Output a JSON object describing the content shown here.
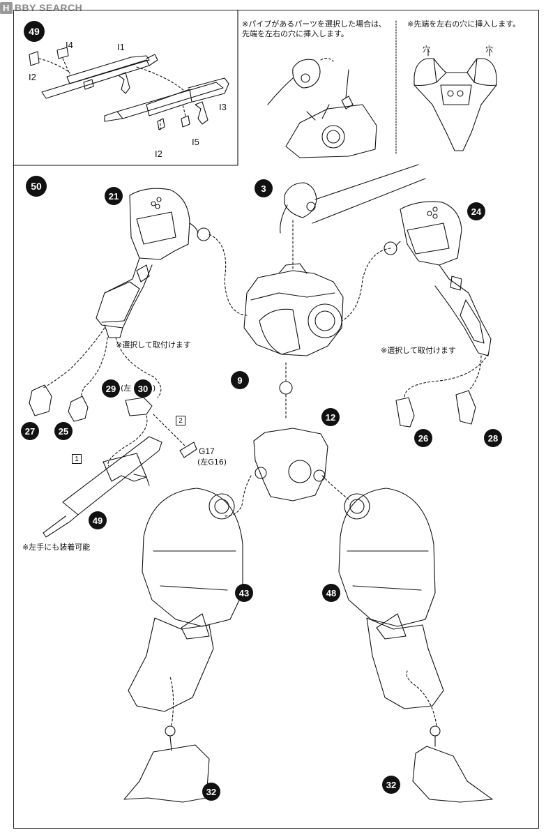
{
  "watermark": {
    "prefix": "H",
    "text": "BBY SEARCH"
  },
  "step49": {
    "badge": "49",
    "parts": {
      "i4": "I4",
      "i1": "I1",
      "i2_top": "I2",
      "i3": "I3",
      "i5": "I5",
      "i2_bottom": "I2"
    },
    "note_pipe": "※パイプがあるパーツを選択した場合は、\n先端を左右の穴に挿入します。",
    "note_insert": "※先端を左右の穴に挿入します。",
    "hole_left": "穴",
    "hole_right": "穴"
  },
  "step50": {
    "badge": "50",
    "parts": {
      "p21": "21",
      "p3": "3",
      "p24": "24",
      "p9": "9",
      "p12": "12",
      "p29": "29",
      "p30": "30",
      "p27": "27",
      "p25": "25",
      "p26": "26",
      "p28": "28",
      "p49": "49",
      "p43": "43",
      "p48": "48",
      "p32_left": "32",
      "p32_right": "32"
    },
    "note_select_left": "※選択して取付けます",
    "note_select_right": "※選択して取付けます",
    "left_paren": "(左",
    "paren_close": ")",
    "box_1": "1",
    "box_2": "2",
    "g17": "G17",
    "g16": "(左G16)",
    "note_left_hand": "※左手にも装着可能"
  }
}
